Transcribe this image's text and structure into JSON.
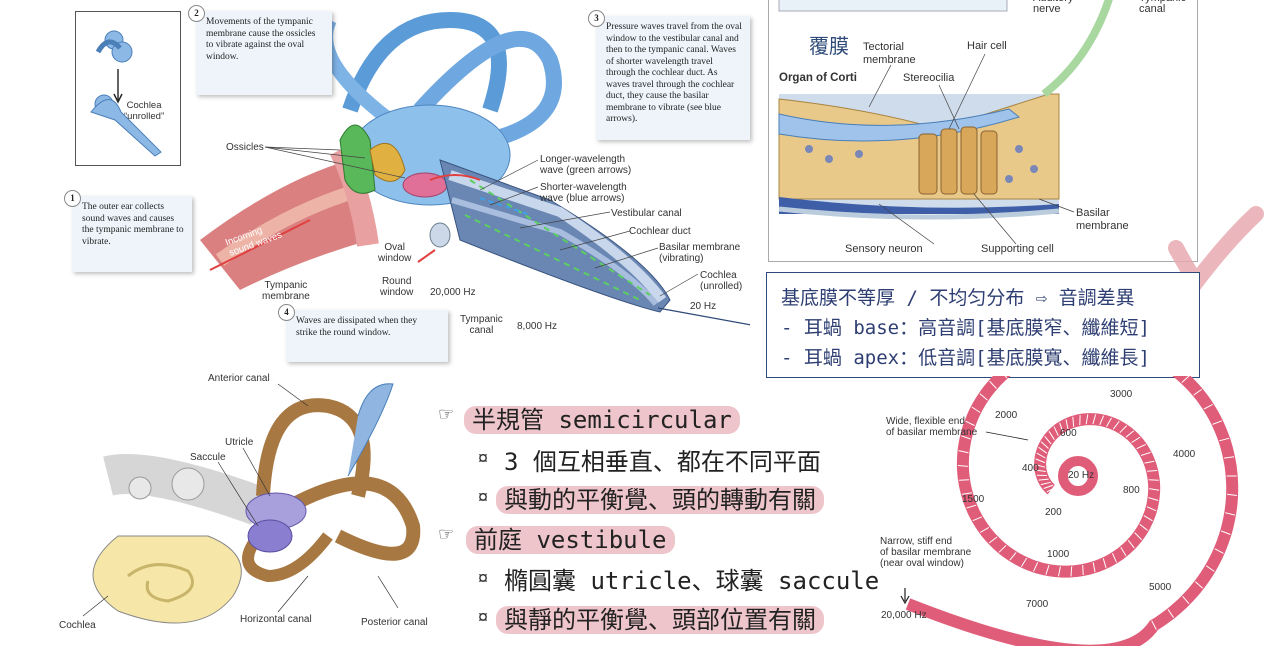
{
  "inset": {
    "cochlea_unrolled": "Cochlea\n“unrolled”"
  },
  "callouts": [
    {
      "num": "1",
      "text": "The outer ear collects sound waves and causes the tympanic membrane to vibrate."
    },
    {
      "num": "2",
      "text": "Movements of the tympanic membrane cause the ossicles to vibrate against the oval window."
    },
    {
      "num": "3",
      "text": "Pressure waves travel from the oval window to the vestibular canal and then to the tympanic canal. Waves of shorter wavelength travel through the cochlear duct. As waves travel through the cochlear duct, they cause the basilar membrane to vibrate (see blue arrows)."
    },
    {
      "num": "4",
      "text": "Waves are dissipated when they strike the round window."
    }
  ],
  "ear_labels": {
    "ossicles": "Ossicles",
    "incoming": "Incoming\nsound waves",
    "tympanic_membrane": "Tympanic\nmembrane",
    "oval_window": "Oval\nwindow",
    "round_window": "Round\nwindow",
    "hz_20000": "20,000 Hz",
    "tympanic_canal": "Tympanic\ncanal",
    "hz_8000": "8,000 Hz",
    "hz_20": "20 Hz",
    "longer_wave": "Longer-wavelength\nwave (green arrows)",
    "shorter_wave": "Shorter-wavelength\nwave (blue arrows)",
    "vestibular_canal": "Vestibular canal",
    "cochlear_duct": "Cochlear duct",
    "basilar_vibrating": "Basilar membrane\n(vibrating)",
    "cochlea_unrolled": "Cochlea\n(unrolled)"
  },
  "corti": {
    "auditory_nerve": "Auditory\nnerve",
    "tympanic_canal": "Tympanic\ncanal",
    "handwritten": "覆膜",
    "tectorial": "Tectorial\nmembrane",
    "hair_cell": "Hair cell",
    "organ_title": "Organ of Corti",
    "stereocilia": "Stereocilia",
    "basilar": "Basilar\nmembrane",
    "sensory_neuron": "Sensory neuron",
    "supporting_cell": "Supporting cell"
  },
  "note": {
    "line1": "基底膜不等厚 / 不均匀分布 ⇨ 音調差異",
    "line2": "- 耳蝸 base：高音調[基底膜窄、纖維短]",
    "line3": "- 耳蝸 apex：低音調[基底膜寬、纖維長]"
  },
  "vestibular_labels": {
    "anterior": "Anterior canal",
    "utricle": "Utricle",
    "saccule": "Saccule",
    "cochlea": "Cochlea",
    "horizontal": "Horizontal canal",
    "posterior": "Posterior canal"
  },
  "handwriting": {
    "bullet_glyph": "☞",
    "sub_glyph": "¤",
    "semicircular": "半規管 semicircular",
    "sc1": "3 個互相垂直、都在不同平面",
    "sc2": "與動的平衡覺、頭的轉動有關",
    "vestibule": "前庭 vestibule",
    "v1": "橢圓囊 utricle、球囊 saccule",
    "v2": "與靜的平衡覺、頭部位置有關"
  },
  "spiral": {
    "wide_end": "Wide, flexible end\nof basilar membrane",
    "narrow_end": "Narrow, stiff end\nof basilar membrane\n(near oval window)",
    "freqs": [
      "3000",
      "2000",
      "600",
      "4000",
      "400",
      "20 Hz",
      "800",
      "1500",
      "200",
      "1000",
      "5000",
      "7000",
      "20,000 Hz"
    ]
  },
  "colors": {
    "highlight": "#de969e",
    "note_ink": "#2e3e72",
    "bone": "#a87842",
    "canal_blue": "#8fb5e0",
    "spiral_pink": "#e05d7a"
  }
}
